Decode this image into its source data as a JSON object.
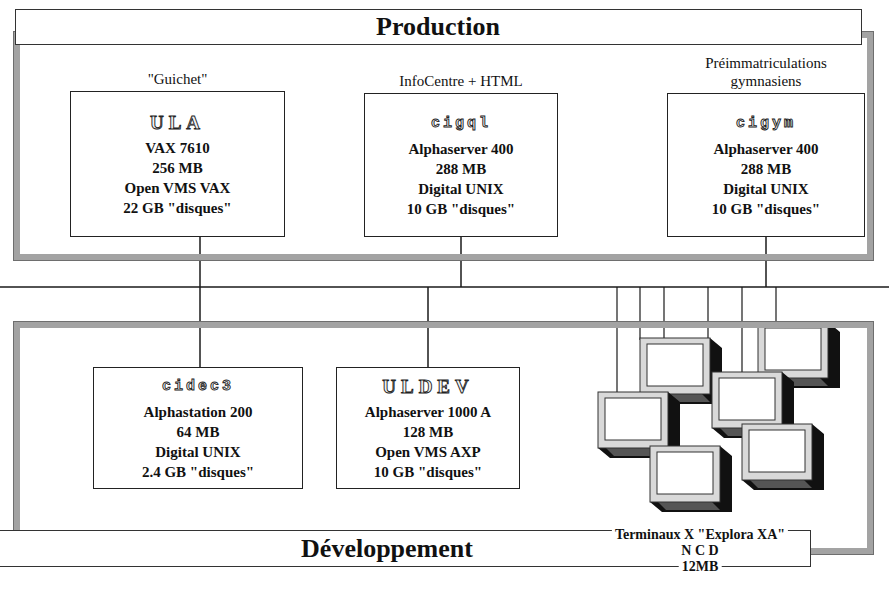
{
  "diagram": {
    "nodes": [
      {
        "text": [
          "Production"
        ]
      },
      {
        "text": [
          "\"Guichet\"",
          "ULA",
          "VAX 7610",
          "256 MB",
          "Open VMS VAX",
          "22 GB \"disques\""
        ],
        "in": 0
      },
      {
        "text": [
          "InfoCentre + HTML",
          "cigql",
          "Alphaserver 400",
          "288 MB",
          "Digital UNIX",
          "10 GB \"disques\""
        ],
        "in": 0
      },
      {
        "text": [
          "Préimmatriculations gymnasiens",
          "cigym",
          "Alphaserver 400",
          "288 MB",
          "Digital UNIX",
          "10 GB \"disques\""
        ],
        "in": 0
      },
      {
        "text": [
          "Développement"
        ]
      },
      {
        "text": [
          "cidec3",
          "Alphastation 200",
          "64 MB",
          "Digital UNIX",
          "2.4 GB \"disques\""
        ],
        "in": 4
      },
      {
        "text": [
          "ULDEV",
          "Alphaserver 1000 A",
          "128 MB",
          "Open VMS AXP",
          "10 GB \"disques\""
        ],
        "in": 4
      }
    ],
    "labels": [
      "Terminaux X \"Explora XA\"",
      "N C D",
      "12MB"
    ]
  }
}
